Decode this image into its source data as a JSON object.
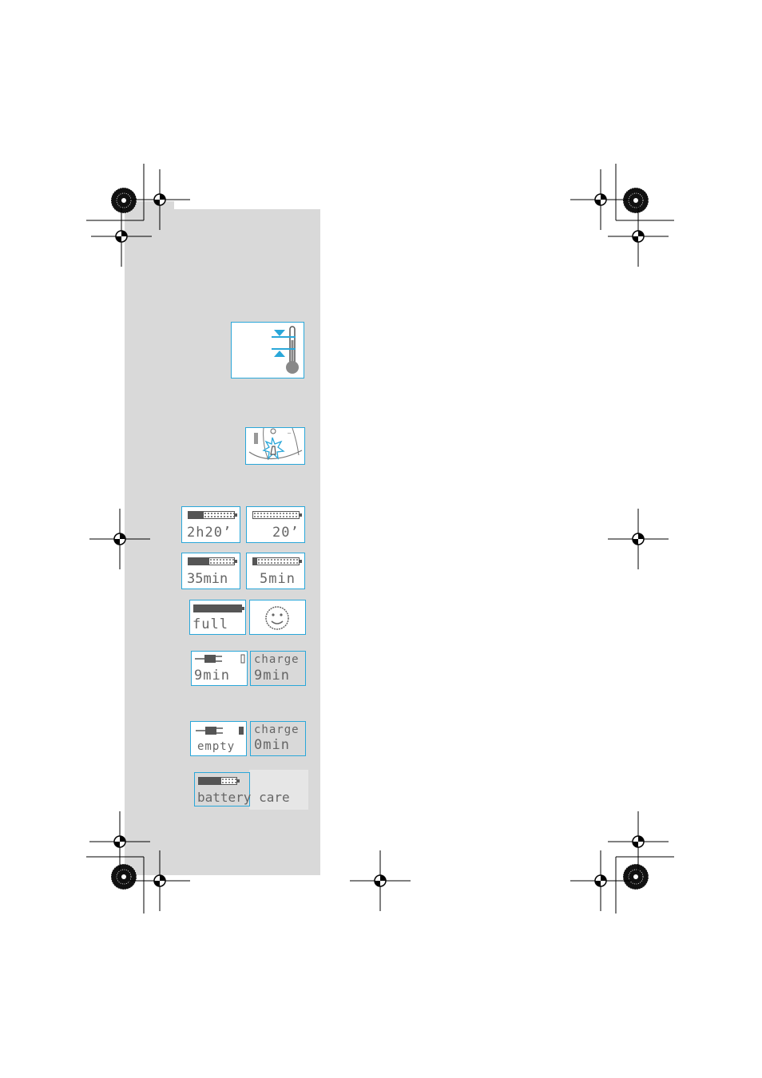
{
  "displays": {
    "row1_left": "2h20’",
    "row1_right": "20’",
    "row2_left": "35min",
    "row2_right": "5min",
    "full": "full",
    "charge_label": "charge",
    "charge_9_left": "9min",
    "charge_9_right": "9min",
    "empty": "empty",
    "charge_0": "0min",
    "battery_care": "battery care"
  },
  "icons": {
    "temperature": "thermometer-limits-icon",
    "shaver_button": "shaver-button-press-icon",
    "smiley": "smiley-face-icon",
    "plug": "power-plug-icon"
  },
  "colors": {
    "accent": "#2aa7d9",
    "sidebar": "#d9d9d9",
    "lcd_text": "#666666"
  }
}
